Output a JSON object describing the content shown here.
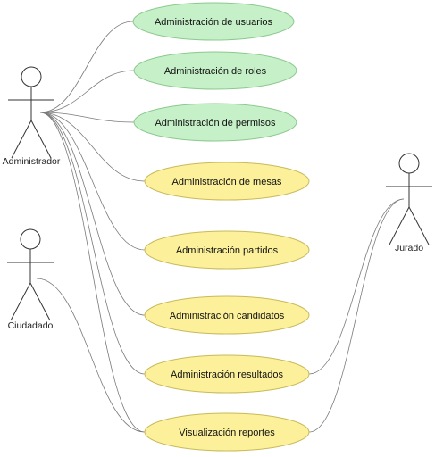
{
  "diagram": {
    "type": "use-case",
    "actors": [
      {
        "id": "administrador",
        "label": "Administrador"
      },
      {
        "id": "ciudadado",
        "label": "Ciudadado"
      },
      {
        "id": "jurado",
        "label": "Jurado"
      }
    ],
    "use_cases": [
      {
        "id": "uc-usuarios",
        "label": "Administración de usuarios",
        "color": "#c6f0c8"
      },
      {
        "id": "uc-roles",
        "label": "Administración de roles",
        "color": "#c6f0c8"
      },
      {
        "id": "uc-permisos",
        "label": "Administración de permisos",
        "color": "#c6f0c8"
      },
      {
        "id": "uc-mesas",
        "label": "Administración de mesas",
        "color": "#fcf19a"
      },
      {
        "id": "uc-partidos",
        "label": "Administración partidos",
        "color": "#fcf19a"
      },
      {
        "id": "uc-candidatos",
        "label": "Administración candidatos",
        "color": "#fcf19a"
      },
      {
        "id": "uc-resultados",
        "label": "Administración resultados",
        "color": "#fcf19a"
      },
      {
        "id": "uc-reportes",
        "label": "Visualización reportes",
        "color": "#fcf19a"
      }
    ],
    "associations": [
      {
        "from": "administrador",
        "to": "uc-usuarios"
      },
      {
        "from": "administrador",
        "to": "uc-roles"
      },
      {
        "from": "administrador",
        "to": "uc-permisos"
      },
      {
        "from": "administrador",
        "to": "uc-mesas"
      },
      {
        "from": "administrador",
        "to": "uc-partidos"
      },
      {
        "from": "administrador",
        "to": "uc-candidatos"
      },
      {
        "from": "administrador",
        "to": "uc-resultados"
      },
      {
        "from": "administrador",
        "to": "uc-reportes"
      },
      {
        "from": "ciudadado",
        "to": "uc-reportes"
      },
      {
        "from": "jurado",
        "to": "uc-resultados"
      },
      {
        "from": "jurado",
        "to": "uc-reportes"
      }
    ]
  }
}
